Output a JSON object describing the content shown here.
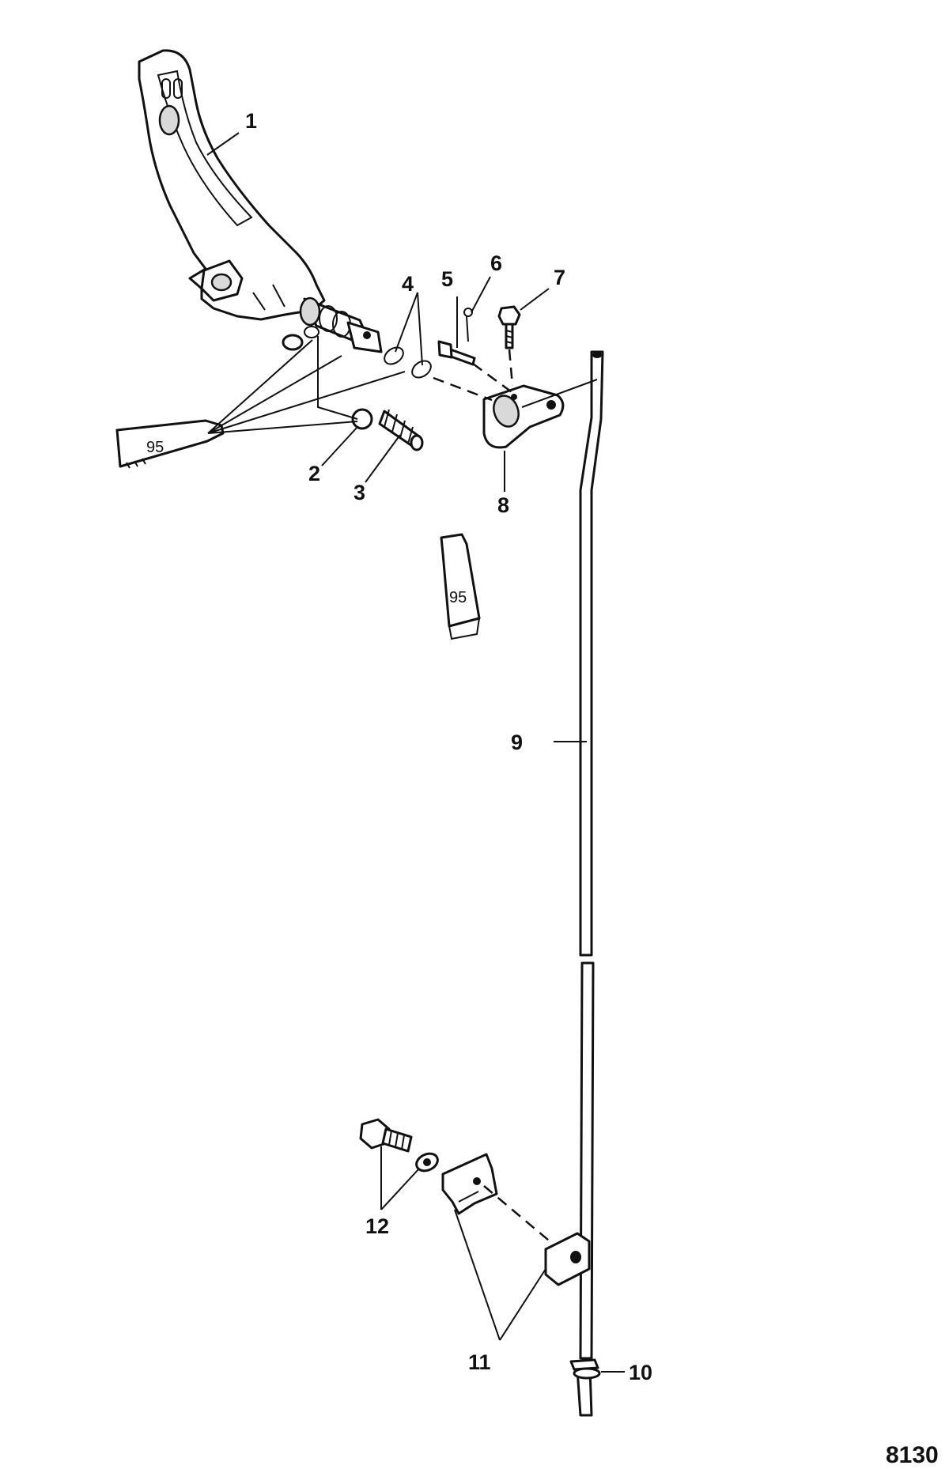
{
  "diagram": {
    "callouts": {
      "c1": "1",
      "c2": "2",
      "c3": "3",
      "c4": "4",
      "c5": "5",
      "c6": "6",
      "c7": "7",
      "c8": "8",
      "c9": "9",
      "c10": "10",
      "c11": "11",
      "c12": "12"
    },
    "lubricant_tube_label": "95",
    "figure_number": "8130"
  }
}
